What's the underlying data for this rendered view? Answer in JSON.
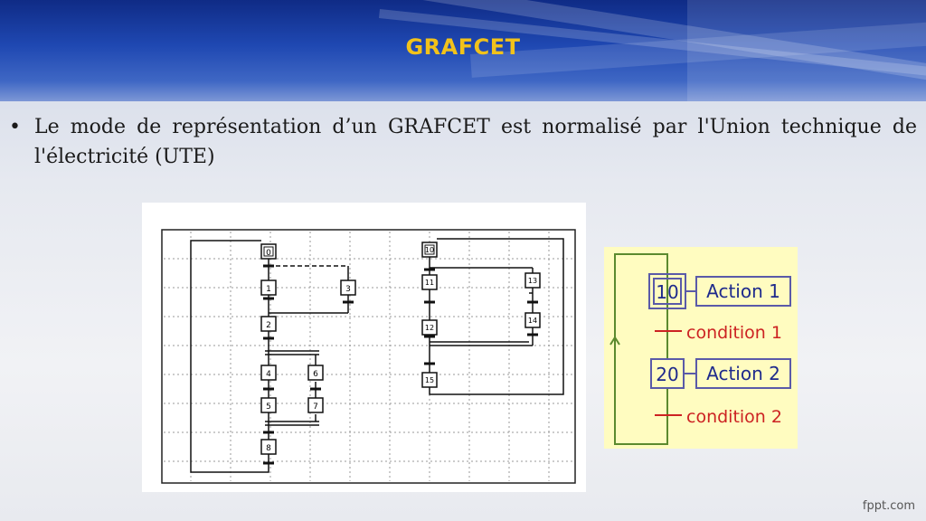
{
  "slide": {
    "title": "GRAFCET",
    "bullet_symbol": "•",
    "bullet_text": "Le mode de représentation d’un GRAFCET est normalisé par l'Union technique de l'électricité (UTE)",
    "footer": "fppt.com"
  },
  "grafcet_left": {
    "steps_a": [
      "0",
      "1",
      "3",
      "2",
      "4",
      "6",
      "5",
      "7",
      "8"
    ],
    "steps_b": [
      "10",
      "11",
      "13",
      "12",
      "14",
      "15"
    ]
  },
  "grafcet_right": {
    "step1": "10",
    "action1": "Action 1",
    "condition1": "condition 1",
    "step2": "20",
    "action2": "Action 2",
    "condition2": "condition 2",
    "colors": {
      "box": "#5a5aa8",
      "line": "#5b8a2e",
      "cross": "#cc2222",
      "text": "#1e2a8c",
      "background": "#fffcc0"
    }
  }
}
